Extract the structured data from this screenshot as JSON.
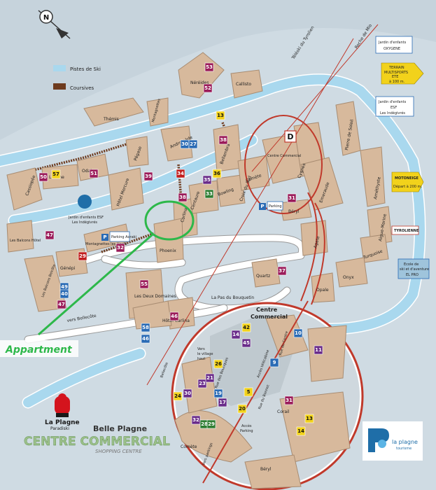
{
  "compass": {
    "letter": "N"
  },
  "legend": {
    "pistes": "Pistes de Ski",
    "coursives": "Coursives",
    "piste_color": "#a9d8ee",
    "coursive_color": "#6e3b1e"
  },
  "buildings": {
    "themis": "Thémis",
    "nereides": "Néréides",
    "callisto": "Callisto",
    "montagnettes": "Montagnettes",
    "andromede": "Andromède",
    "pegase": "Pégase",
    "odalys": "Odalys",
    "licorne": "Licorne",
    "cassiopee": "Cassiopée",
    "bellambra": "Bellambra",
    "carlina": "Carlina",
    "hotel_mercure": "Hôtel Mercure",
    "les_balcons_hotel": "Les Balcons Hôtel",
    "les_balcons_belcote": "Les Balcons Belcôte",
    "genepi": "Génépi",
    "montagnettes_les_hauts": "Montagnettes les Hauts",
    "phoenix": "Phoenix",
    "centaure": "Centaure",
    "bowling": "Bowling",
    "croix_du_sud": "Croix du Sud",
    "comete": "Comète",
    "centre_commercial": "Centre Commercial",
    "cygnes": "Cygnes",
    "emeraude": "Emeraude",
    "pierre_de_soleil": "Pierre de Soleil",
    "amethyste": "Améthyste",
    "aigue_marine": "Aigue-Marine",
    "turquoise": "Turquoise",
    "onyx": "Onyx",
    "opale": "Opale",
    "agate": "Agate",
    "quartz": "Quartz",
    "beryl": "Béryl",
    "les_deux_domaines": "Les Deux Domaines",
    "hotel_carlina": "Hôtel Carlina",
    "la_pas_du_bouquetin": "La Pas du Bouquetin"
  },
  "signs": {
    "teleski": "Téléski du Tyrolien",
    "roche_mio": "Roche de Mio",
    "jardin_enfants_title": "Jardin d'enfants",
    "jardin_enfants_name": "OXYGENE",
    "terrain_line1": "TERRAIN",
    "terrain_line2": "MULTISPORTS",
    "terrain_line3": "ETE",
    "terrain_dist": "à 100 m.",
    "esf_line1": "Jardin d'enfants",
    "esf_line2": "ESF",
    "esf_line3": "Les Indégivrés",
    "motoneige": "MOTONEIGE",
    "motoneige_dist": "Départ à 200 m.",
    "tyrolienne": "TYROLIENNE",
    "ecole_line1": "Ecole de",
    "ecole_line2": "ski et d'aventure",
    "ecole_line3": "EL PRO",
    "jardin_esf_line1": "Jardin d'enfants ESF",
    "jardin_esf_line2": "Les Indégivrés",
    "parking_aoraki": "Parking Aoraki",
    "parking_line2": "Parking",
    "vers_bellecote": "vers Bellecôte",
    "bellecote": "Bellecôte",
    "d_marker": "D",
    "p_marker": "P"
  },
  "annotation": {
    "label": "Appartment",
    "color": "#2db84a"
  },
  "inset": {
    "title_line1": "Centre",
    "title_line2": "Commercial",
    "village_line1": "Vers",
    "village_line2": "le village",
    "village_line3": "haut",
    "acces_telecabine": "Accès télécabine",
    "acces_parking_line1": "Accès",
    "acces_parking_line2": "Parking",
    "rue_centre": "Rue du Centre",
    "rue_boutiques": "Rue des Boutiques",
    "rue_bonnet": "Rue du Bonnet",
    "vers_parking": "Vers parkings",
    "cometes": "Comète",
    "corail": "Corail",
    "beryl": "Béryl"
  },
  "branding": {
    "la_plagne_line1": "La Plagne",
    "la_plagne_line2": "Paradiski",
    "belle_plagne": "Belle Plagne",
    "centre_commercial": "CENTRE COMMERCIAL",
    "shopping_centre": "SHOPPING CENTRE",
    "logo_text": "la plagne",
    "logo_sub": "tourisme"
  },
  "markers": [
    {
      "n": "53",
      "color": "#9b1c5a"
    },
    {
      "n": "52",
      "color": "#9b1c5a"
    },
    {
      "n": "38",
      "color": "#9b1c5a"
    },
    {
      "n": "13",
      "color": "#f2d21b"
    },
    {
      "n": "30",
      "color": "#2a6bb5"
    },
    {
      "n": "27",
      "color": "#2a6bb5"
    },
    {
      "n": "39",
      "color": "#9b1c5a"
    },
    {
      "n": "50",
      "color": "#9b1c5a"
    },
    {
      "n": "57",
      "color": "#f2d21b"
    },
    {
      "n": "51",
      "color": "#9b1c5a"
    },
    {
      "n": "34",
      "color": "#c11e1e"
    },
    {
      "n": "36",
      "color": "#f2d21b"
    },
    {
      "n": "35",
      "color": "#6a2c8a"
    },
    {
      "n": "33",
      "color": "#2e7d32"
    },
    {
      "n": "38",
      "color": "#9b1c5a"
    },
    {
      "n": "31",
      "color": "#9b1c5a"
    },
    {
      "n": "47",
      "color": "#9b1c5a"
    },
    {
      "n": "29",
      "color": "#c11e1e"
    },
    {
      "n": "32",
      "color": "#9b1c5a"
    },
    {
      "n": "49",
      "color": "#2a6bb5"
    },
    {
      "n": "40",
      "color": "#2a6bb5"
    },
    {
      "n": "47",
      "color": "#9b1c5a"
    },
    {
      "n": "55",
      "color": "#9b1c5a"
    },
    {
      "n": "37",
      "color": "#9b1c5a"
    },
    {
      "n": "58",
      "color": "#2a6bb5"
    },
    {
      "n": "46",
      "color": "#2a6bb5"
    },
    {
      "n": "46",
      "color": "#9b1c5a"
    }
  ],
  "inset_markers": [
    {
      "n": "42",
      "color": "#f2d21b"
    },
    {
      "n": "14",
      "color": "#6a2c8a"
    },
    {
      "n": "45",
      "color": "#6a2c8a"
    },
    {
      "n": "10",
      "color": "#2a6bb5"
    },
    {
      "n": "11",
      "color": "#6a2c8a"
    },
    {
      "n": "9",
      "color": "#2a6bb5"
    },
    {
      "n": "23",
      "color": "#6a2c8a"
    },
    {
      "n": "21",
      "color": "#6a2c8a"
    },
    {
      "n": "26",
      "color": "#f2d21b"
    },
    {
      "n": "19",
      "color": "#2a6bb5"
    },
    {
      "n": "17",
      "color": "#6a2c8a"
    },
    {
      "n": "20",
      "color": "#f2d21b"
    },
    {
      "n": "5",
      "color": "#f2d21b"
    },
    {
      "n": "31",
      "color": "#9b1c5a"
    },
    {
      "n": "13",
      "color": "#f2d21b"
    },
    {
      "n": "14",
      "color": "#f2d21b"
    },
    {
      "n": "32",
      "color": "#6a2c8a"
    },
    {
      "n": "28",
      "color": "#2e7d32"
    },
    {
      "n": "29",
      "color": "#2e7d32"
    },
    {
      "n": "24",
      "color": "#f2d21b"
    },
    {
      "n": "30",
      "color": "#6a2c8a"
    }
  ]
}
